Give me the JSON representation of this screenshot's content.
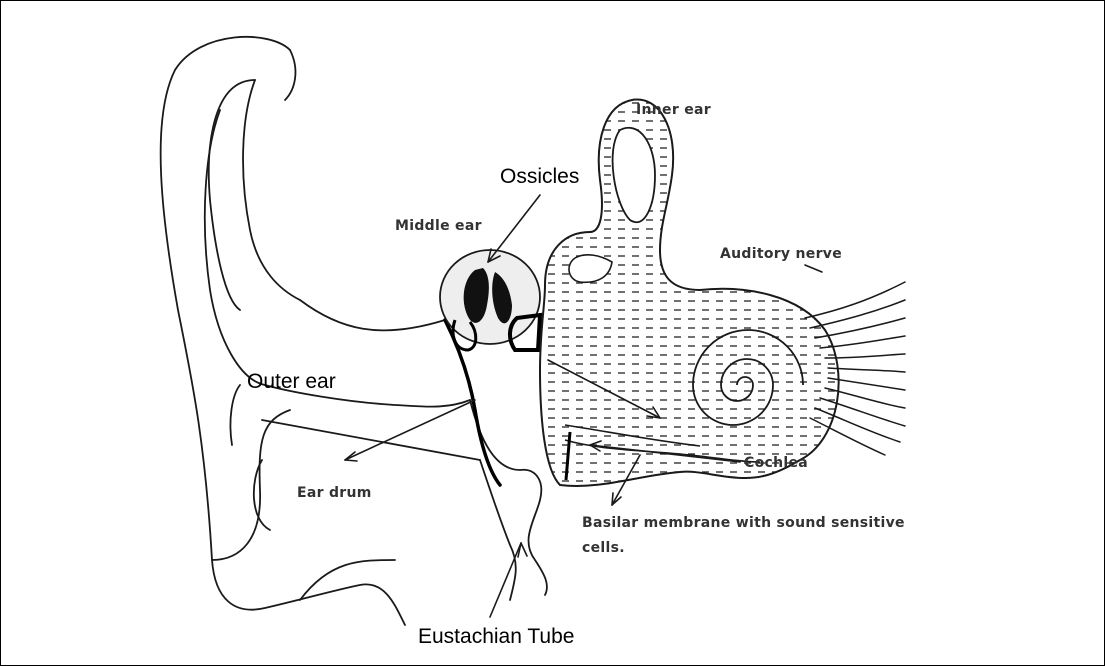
{
  "diagram": {
    "labels": {
      "inner_ear": "Inner ear",
      "ossicles": "Ossicles",
      "middle_ear": "Middle ear",
      "auditory_nerve": "Auditory nerve",
      "outer_ear": "Outer ear",
      "cochlea": "Cochlea",
      "ear_drum": "Ear drum",
      "basilar_line1": "Basilar membrane with sound sensitive",
      "basilar_line2": "cells.",
      "eustachian_tube": "Eustachian Tube"
    },
    "colors": {
      "line": "#1a1a1a",
      "background": "#ffffff"
    }
  }
}
